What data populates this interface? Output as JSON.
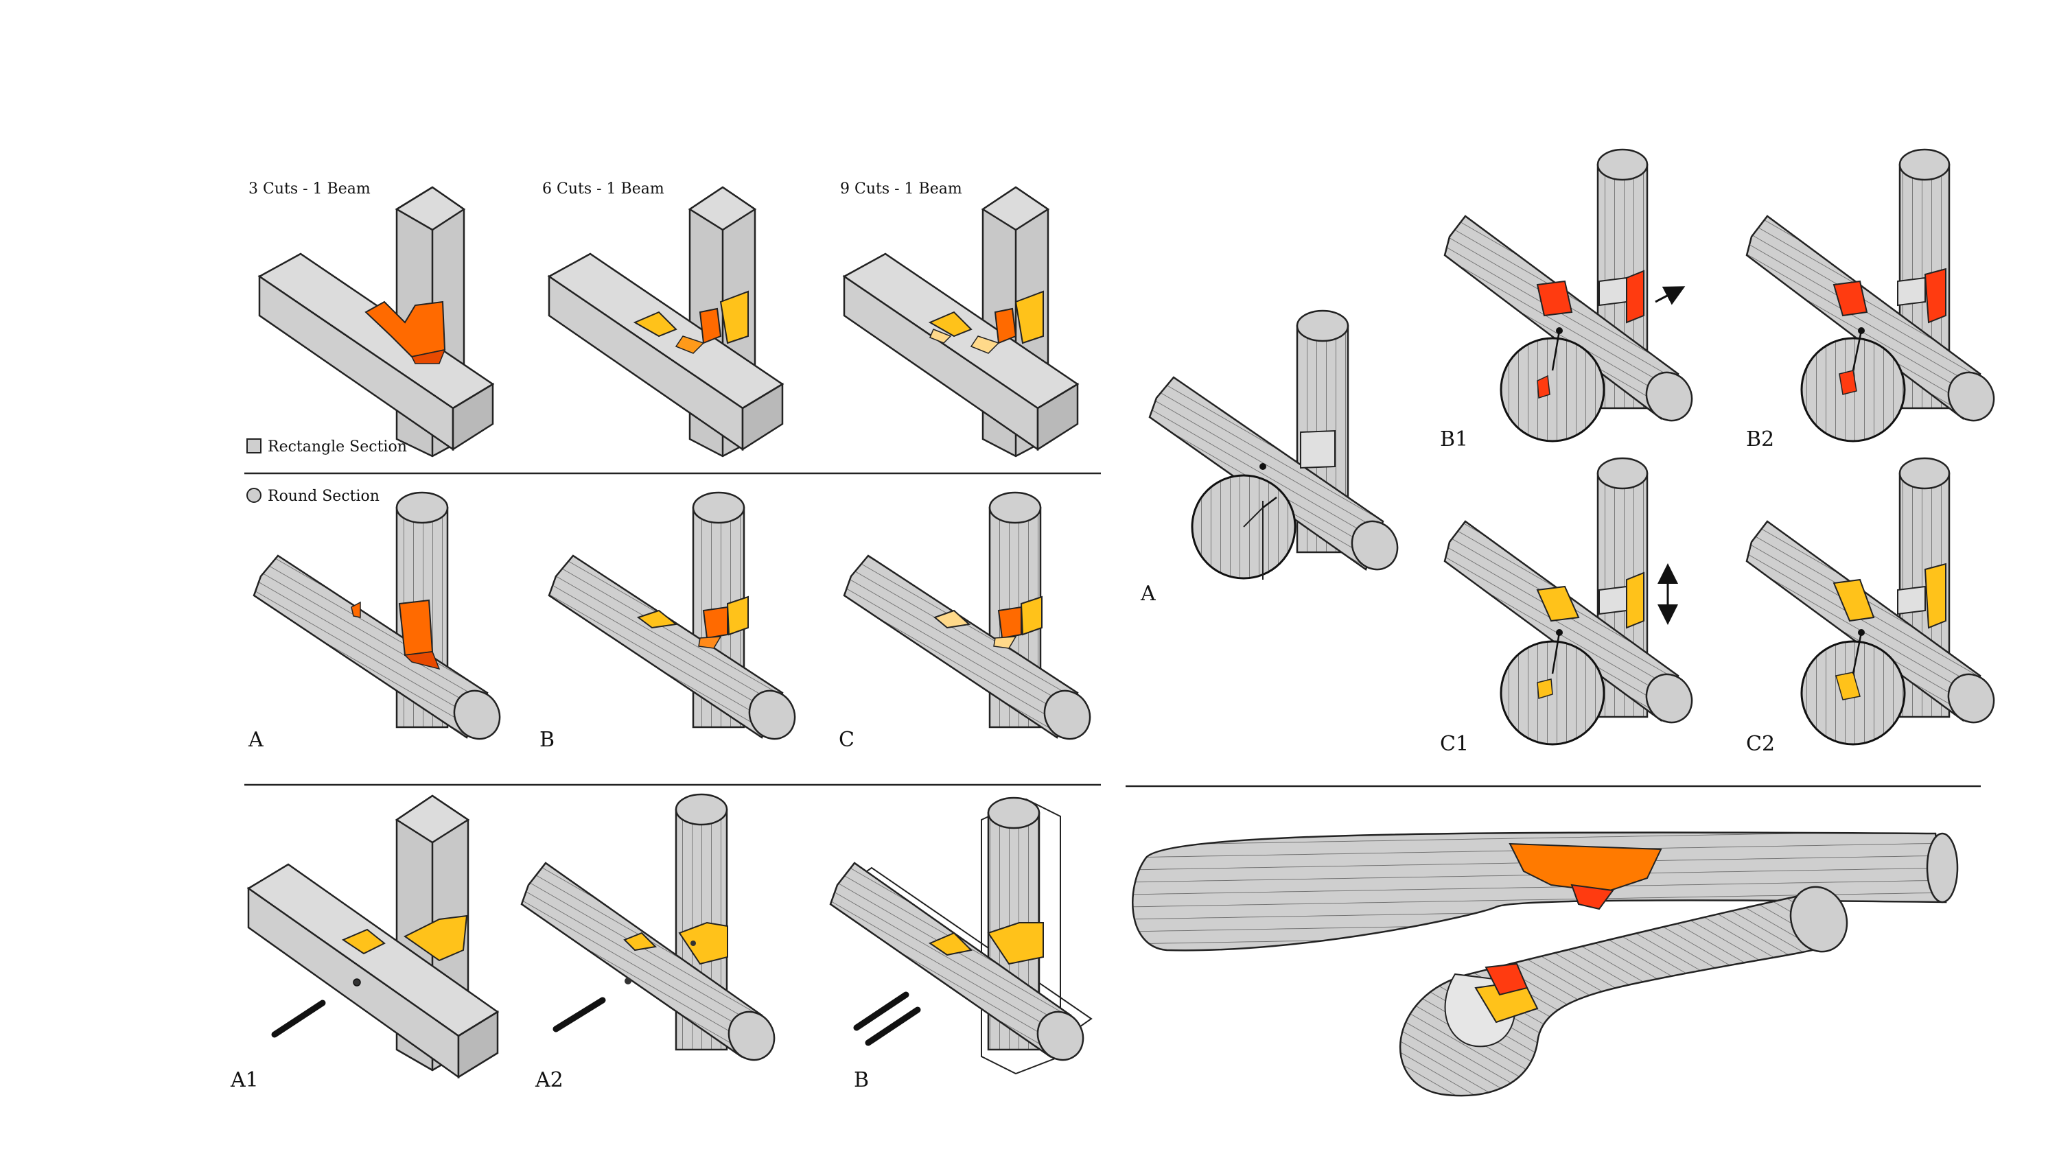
{
  "colors": {
    "beam_fill": "#cfcfcf",
    "beam_top": "#dcdcdc",
    "beam_side": "#b9b9b9",
    "cut_primary": "#ff6a00",
    "cut_red": "#ff3b10",
    "cut_secondary": "#ffc21a",
    "cut_light": "#ffd98a",
    "line": "#222222"
  },
  "left_panel": {
    "column_titles": [
      "3 Cuts - 1 Beam",
      "6 Cuts - 1 Beam",
      "9 Cuts - 1 Beam"
    ],
    "legend_rect": "Rectangle Section",
    "legend_round": "Round Section",
    "round_labels": [
      "A",
      "B",
      "C"
    ],
    "bottom_labels": [
      "A1",
      "A2",
      "B"
    ]
  },
  "right_panel": {
    "main_label": "A",
    "variant_labels": [
      "B1",
      "B2",
      "C1",
      "C2"
    ],
    "arrow_icons": [
      "arrow-right-icon",
      "arrow-vertical-double-icon"
    ]
  }
}
